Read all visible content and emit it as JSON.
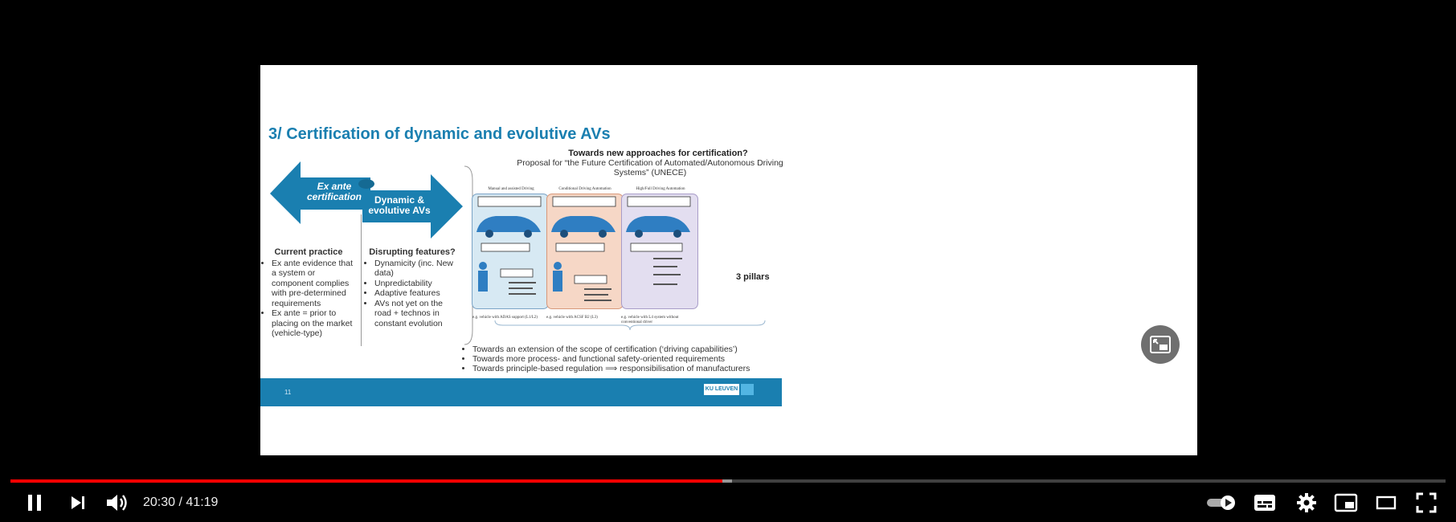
{
  "player": {
    "current_time": "20:30",
    "separator": "/",
    "duration": "41:19",
    "progress_fraction": 0.4961,
    "buffered_fraction": 0.5028,
    "accent_color": "#ff0000"
  },
  "slide": {
    "title": "3/ Certification of dynamic and evolutive AVs",
    "arrow_left": "Ex ante certification",
    "arrow_right": "Dynamic & evolutive AVs",
    "current_practice": {
      "heading": "Current practice",
      "bullets": [
        "Ex ante evidence that a system or component complies with pre-determined requirements",
        "Ex ante = prior to placing on the market (vehicle-type)"
      ]
    },
    "disrupting": {
      "heading": "Disrupting features?",
      "bullets": [
        "Dynamicity (inc. New data)",
        "Unpredictability",
        "Adaptive features",
        "AVs not yet on the road + technos in constant evolution"
      ]
    },
    "right_title": "Towards new approaches for certification?",
    "right_subtitle": "Proposal for “the Future Certification of Automated/Autonomous Driving Systems” (UNECE)",
    "panel_captions": [
      "Manual and assisted Driving",
      "Conditional Driving Automation",
      "High/Full Driving Automation"
    ],
    "panel_examples": [
      "e.g. vehicle with ADAS support (L1/L2)",
      "e.g. vehicle with ACSF B2 (L3)",
      "e.g. vehicle with L4 system without conventional driver"
    ],
    "pillars": "3 pillars",
    "bottom_bullets": [
      "Towards an extension of the scope of certification (‘driving capabilities’)",
      "Towards more process- and functional safety-oriented requirements",
      "Towards principle-based regulation ⟹ responsibilisation of manufacturers"
    ],
    "page_number": "11",
    "logo_text": "KU LEUVEN"
  },
  "icons": {
    "play_pause": "pause-icon",
    "next": "next-icon",
    "volume": "volume-icon",
    "autoplay": "autoplay-toggle-icon",
    "subtitles": "subtitles-icon",
    "settings": "gear-icon",
    "miniplayer": "miniplayer-icon",
    "theater": "theater-mode-icon",
    "fullscreen": "fullscreen-icon"
  }
}
